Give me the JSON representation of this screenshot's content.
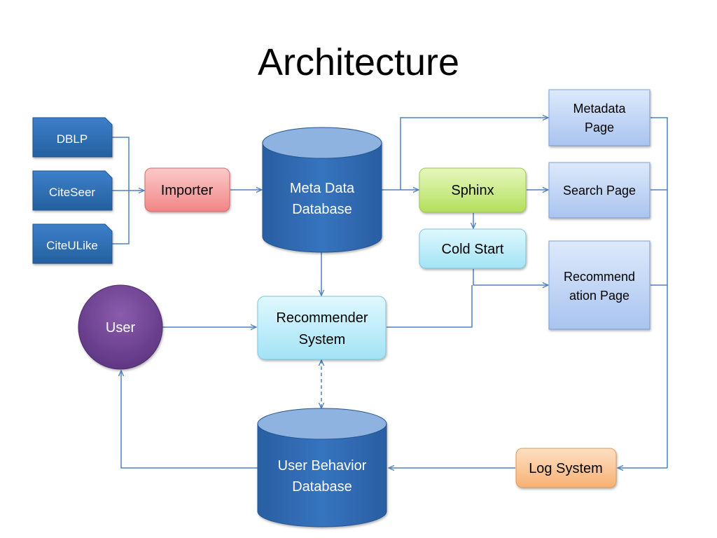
{
  "slide": {
    "title": "Architecture"
  },
  "sources": [
    {
      "id": "dblp",
      "label": "DBLP"
    },
    {
      "id": "citeseer",
      "label": "CiteSeer"
    },
    {
      "id": "citeulike",
      "label": "CiteULike"
    }
  ],
  "nodes": {
    "importer": "Importer",
    "meta_db_line1": "Meta Data",
    "meta_db_line2": "Database",
    "sphinx": "Sphinx",
    "cold_start": "Cold Start",
    "recommender_line1": "Recommender",
    "recommender_line2": "System",
    "user": "User",
    "user_db_line1": "User Behavior",
    "user_db_line2": "Database",
    "log_system": "Log System"
  },
  "pages": {
    "metadata_line1": "Metadata",
    "metadata_line2": "Page",
    "search": "Search Page",
    "recommendation_line1": "Recommend",
    "recommendation_line2": "ation Page"
  },
  "colors": {
    "connector": "#4f81bd",
    "source_fill": "#2e6db4",
    "database_fill": "#2f6bb5",
    "importer_fill": "#f6a9a9",
    "sphinx_fill": "#cdeb8b",
    "cyan_fill": "#bfeefa",
    "page_fill": "#c6d9f7",
    "user_fill": "#7a4b9b",
    "log_fill": "#fcc89a"
  }
}
